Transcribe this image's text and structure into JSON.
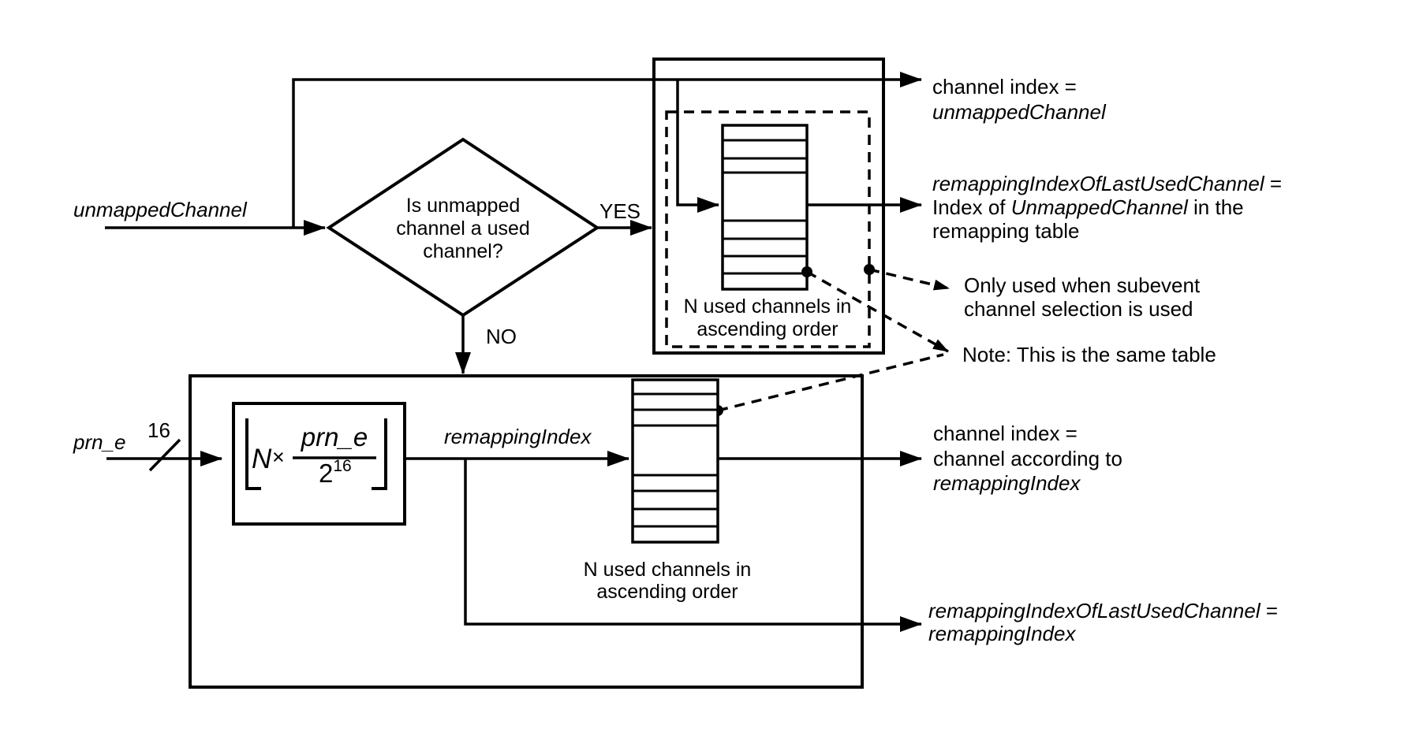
{
  "labels": {
    "unmapped_channel": "unmappedChannel",
    "prn_e": "prn_e",
    "bus_width": "16",
    "yes": "YES",
    "no": "NO",
    "remapping_index": "remappingIndex"
  },
  "decision": {
    "line1": "Is unmapped",
    "line2": "channel a used",
    "line3": "channel?"
  },
  "formula": {
    "n": "N",
    "times": "×",
    "numerator": "prn_e",
    "base": "2",
    "exponent": "16"
  },
  "upper_table": {
    "caption1": "N used channels in",
    "caption2": "ascending order"
  },
  "lower_table": {
    "caption1": "N used channels in",
    "caption2": "ascending order"
  },
  "outputs": {
    "channel_index_unmapped": {
      "line1": "channel index =",
      "line2": "unmappedChannel"
    },
    "remap_last_used_upper": {
      "name": "remappingIndexOfLastUsedChannel",
      "eq": " =",
      "line2_pre": "Index of ",
      "line2_var": "UnmappedChannel",
      "line2_post": " in the",
      "line3": "remapping table"
    },
    "channel_index_remap": {
      "line1": "channel index =",
      "line2": "channel according to",
      "line3": "remappingIndex"
    },
    "remap_last_used_lower": {
      "name": "remappingIndexOfLastUsedChannel",
      "eq": " =",
      "line2": "remappingIndex"
    }
  },
  "annotations": {
    "subevent_note1": "Only used when subevent",
    "subevent_note2": "channel selection is used",
    "same_table_note": "Note: This is the same table"
  },
  "colors": {
    "ink": "#000000",
    "bg": "#ffffff"
  }
}
